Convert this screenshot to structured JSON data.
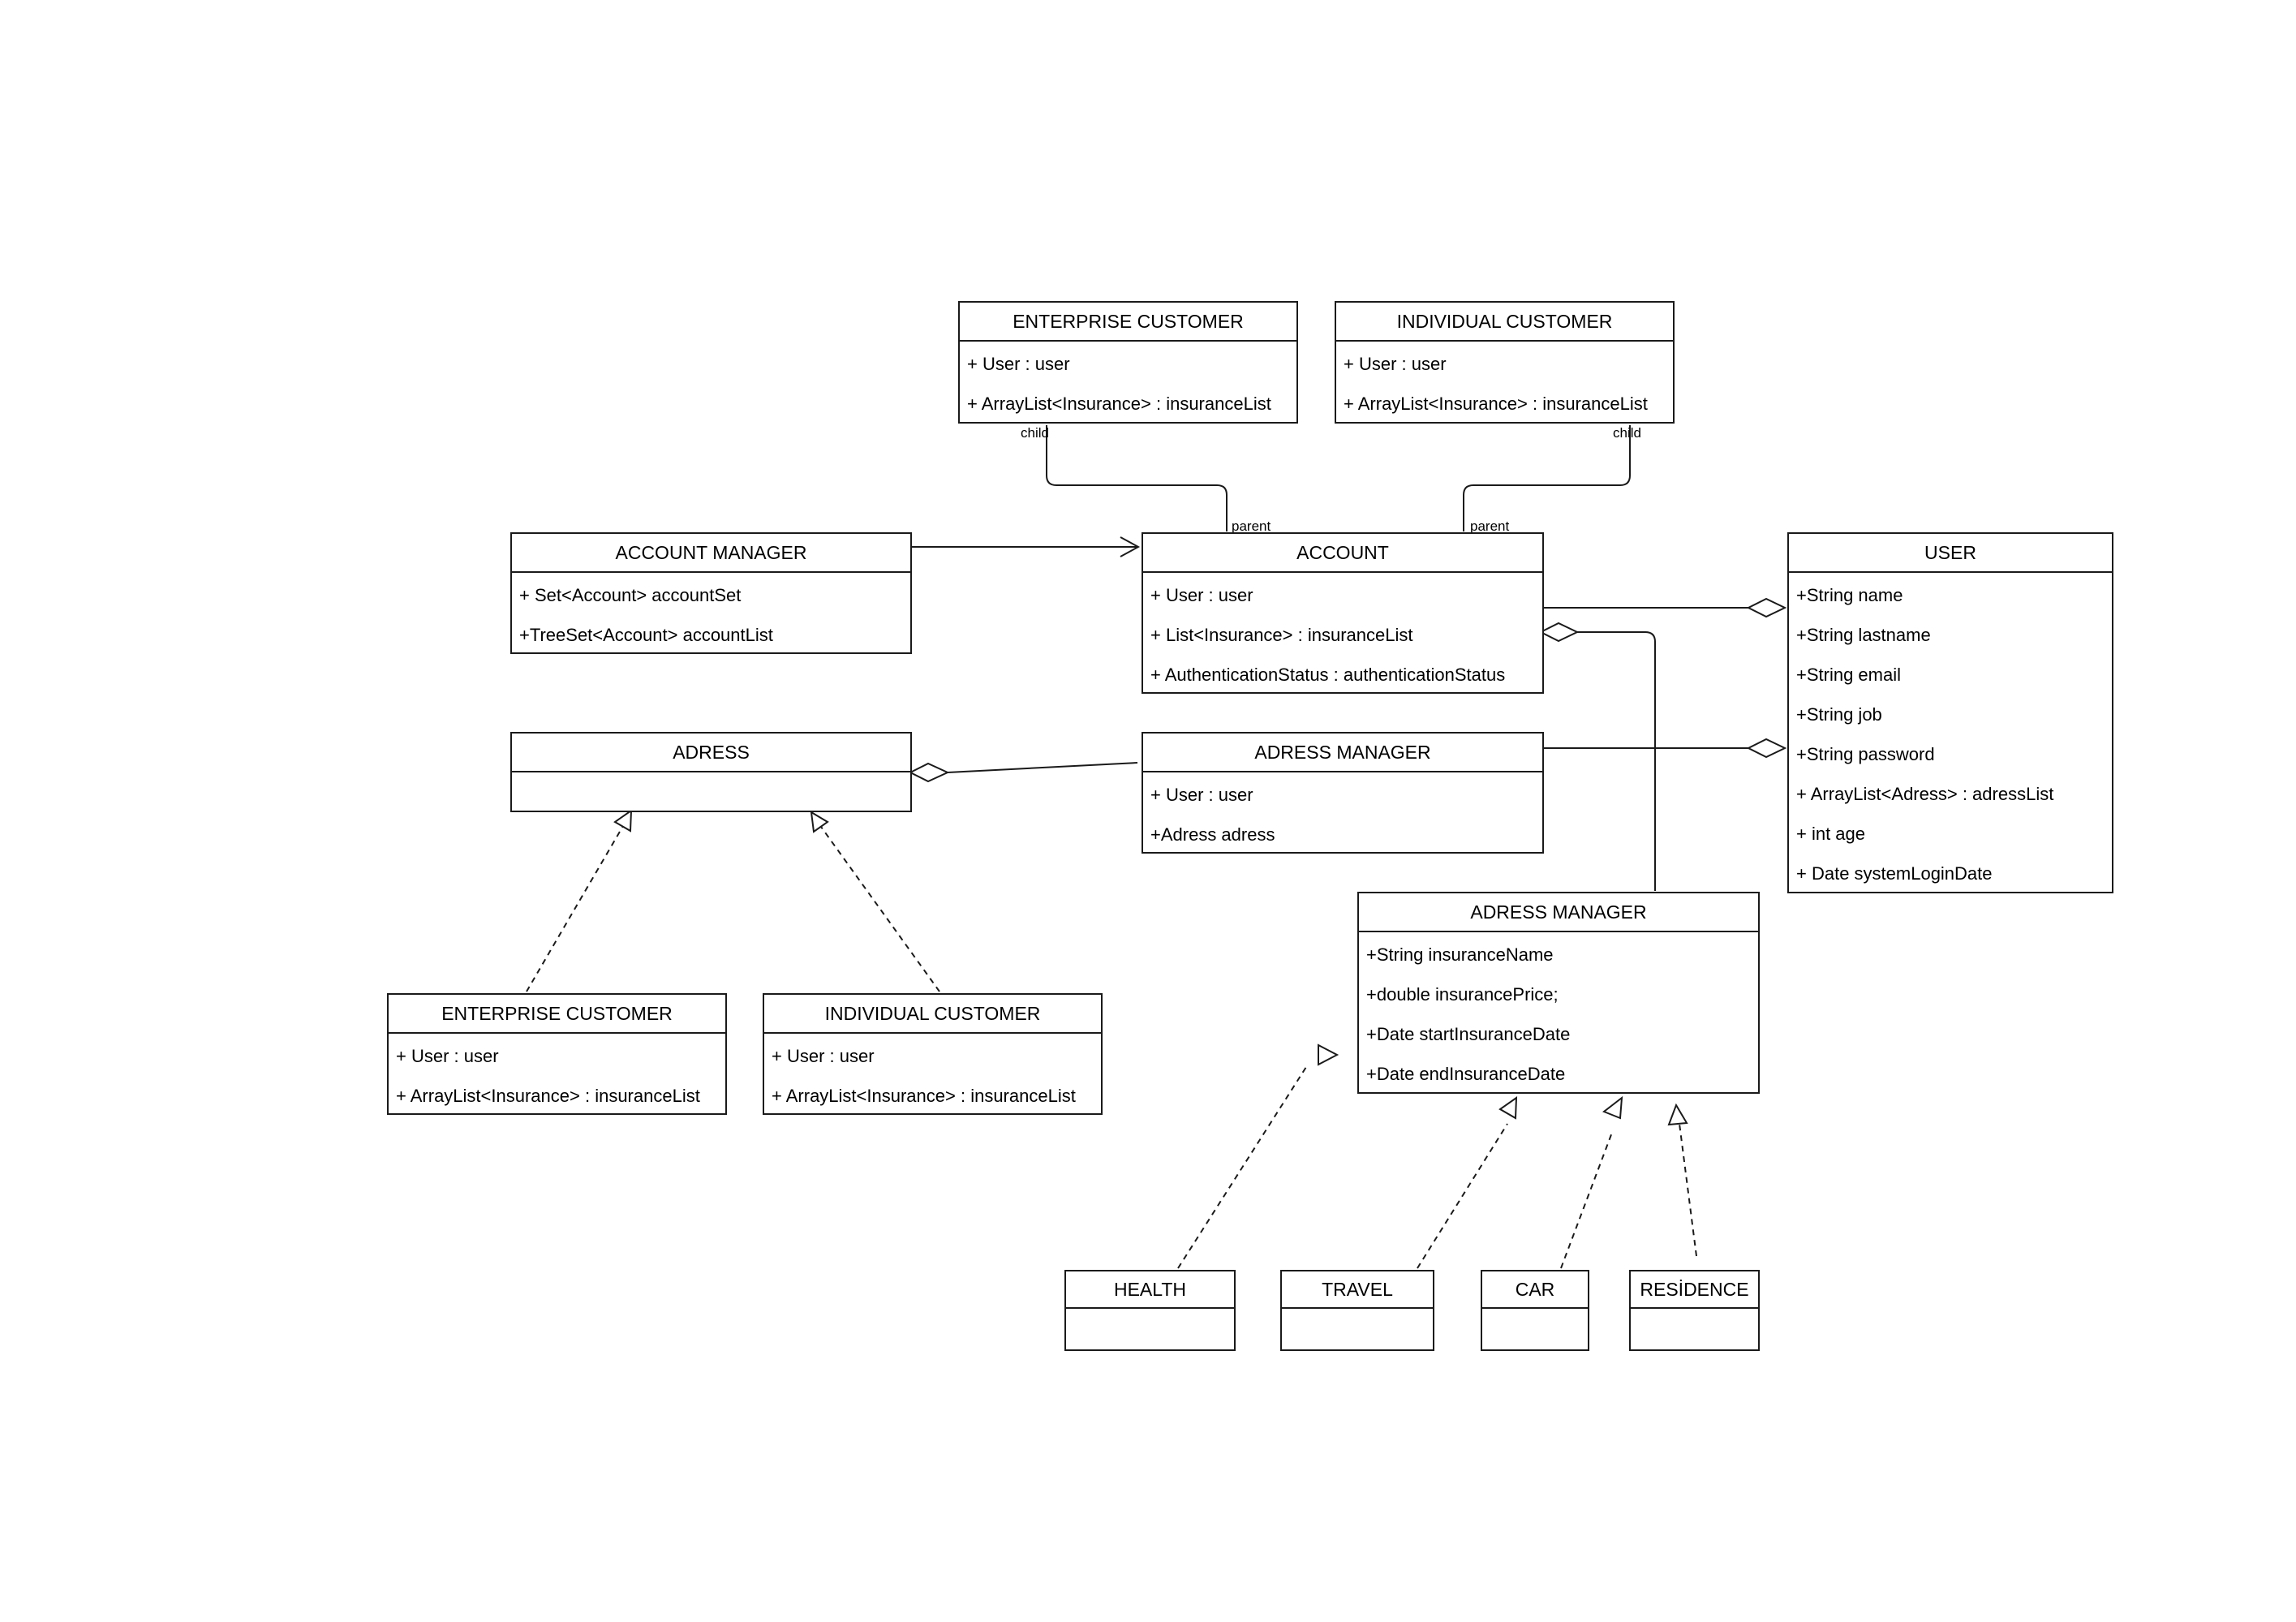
{
  "classes": {
    "enterprise_customer_top": {
      "name": "ENTERPRISE CUSTOMER",
      "attributes": [
        "+ User : user",
        "+ ArrayList<Insurance> : insuranceList"
      ]
    },
    "individual_customer_top": {
      "name": "INDIVIDUAL CUSTOMER",
      "attributes": [
        "+ User : user",
        "+ ArrayList<Insurance> : insuranceList"
      ]
    },
    "account_manager": {
      "name": "ACCOUNT MANAGER",
      "attributes": [
        "+ Set<Account> accountSet",
        "+TreeSet<Account> accountList"
      ]
    },
    "account": {
      "name": "ACCOUNT",
      "attributes": [
        "+ User : user",
        "+ List<Insurance> : insuranceList",
        "+ AuthenticationStatus : authenticationStatus"
      ]
    },
    "user": {
      "name": "USER",
      "attributes": [
        "+String name",
        "+String lastname",
        "+String email",
        "+String job",
        "+String password",
        "+ ArrayList<Adress> : adressList",
        "+ int age",
        "+ Date systemLoginDate"
      ]
    },
    "adress": {
      "name": "ADRESS",
      "attributes": []
    },
    "adress_manager": {
      "name": "ADRESS MANAGER",
      "attributes": [
        "+ User : user",
        "+Adress adress"
      ]
    },
    "enterprise_customer_bottom": {
      "name": "ENTERPRISE CUSTOMER",
      "attributes": [
        "+ User : user",
        "+ ArrayList<Insurance> : insuranceList"
      ]
    },
    "individual_customer_bottom": {
      "name": "INDIVIDUAL CUSTOMER",
      "attributes": [
        "+ User : user",
        "+ ArrayList<Insurance> : insuranceList"
      ]
    },
    "insurance_adress_manager": {
      "name": "ADRESS MANAGER",
      "attributes": [
        "+String insuranceName",
        "+double insurancePrice;",
        "+Date startInsuranceDate",
        "+Date endInsuranceDate"
      ]
    },
    "health": {
      "name": "HEALTH",
      "attributes": []
    },
    "travel": {
      "name": "TRAVEL",
      "attributes": []
    },
    "car": {
      "name": "CAR",
      "attributes": []
    },
    "residence": {
      "name": "RESİDENCE",
      "attributes": []
    }
  },
  "role_labels": {
    "child_left": "child",
    "child_right": "child",
    "parent_left": "parent",
    "parent_right": "parent"
  },
  "colors": {
    "line": "#1a1a1a",
    "background": "#ffffff"
  }
}
